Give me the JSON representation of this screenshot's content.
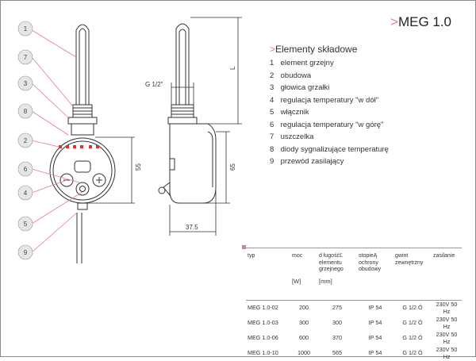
{
  "title": "MEG 1.0",
  "title_marker": ">",
  "components": {
    "heading_marker": ">",
    "heading": "Elementy składowe",
    "items": [
      {
        "num": "1",
        "label": "element grzejny"
      },
      {
        "num": "2",
        "label": "obudowa"
      },
      {
        "num": "3",
        "label": "głowica grzałki"
      },
      {
        "num": "4",
        "label": "regulacja temperatury \"w dół\""
      },
      {
        "num": "5",
        "label": "włącznik"
      },
      {
        "num": "6",
        "label": "regulacja temperatury \"w górę\""
      },
      {
        "num": "7",
        "label": "uszczelka"
      },
      {
        "num": "8",
        "label": "diody sygnalizujące temperaturę"
      },
      {
        "num": "9",
        "label": "przewód zasilający"
      }
    ]
  },
  "callouts": [
    "1",
    "7",
    "3",
    "8",
    "2",
    "6",
    "4",
    "5",
    "9"
  ],
  "dimensions": {
    "thread": "G 1/2\"",
    "length": "L",
    "d55": "55",
    "d65": "65",
    "d375": "37.5"
  },
  "table": {
    "headers": [
      "typ",
      "moc",
      "d ługośćĽ elementu grzejnego",
      "stopieĄ ochrony obudowy",
      "gwint zewnętrzny",
      "zasilanie"
    ],
    "units": [
      "",
      "[W]",
      "[mm]",
      "",
      "",
      ""
    ],
    "rows": [
      [
        "MEG 1.0-02",
        "200",
        "275",
        "IP 54",
        "G 1/2 Ó",
        "230V 50 Hz"
      ],
      [
        "MEG 1.0-03",
        "300",
        "300",
        "IP 54",
        "G 1/2 Ó",
        "230V 50 Hz"
      ],
      [
        "MEG 1.0-06",
        "600",
        "370",
        "IP 54",
        "G 1/2 Ó",
        "230V 50 Hz"
      ],
      [
        "MEG 1.0-10",
        "1000",
        "565",
        "IP 54",
        "G 1/2 Ó",
        "230V 50 Hz"
      ]
    ]
  },
  "colors": {
    "accent": "#e07a9c",
    "led": "#e0322c",
    "line": "#333333",
    "callout": "#cccccc"
  }
}
